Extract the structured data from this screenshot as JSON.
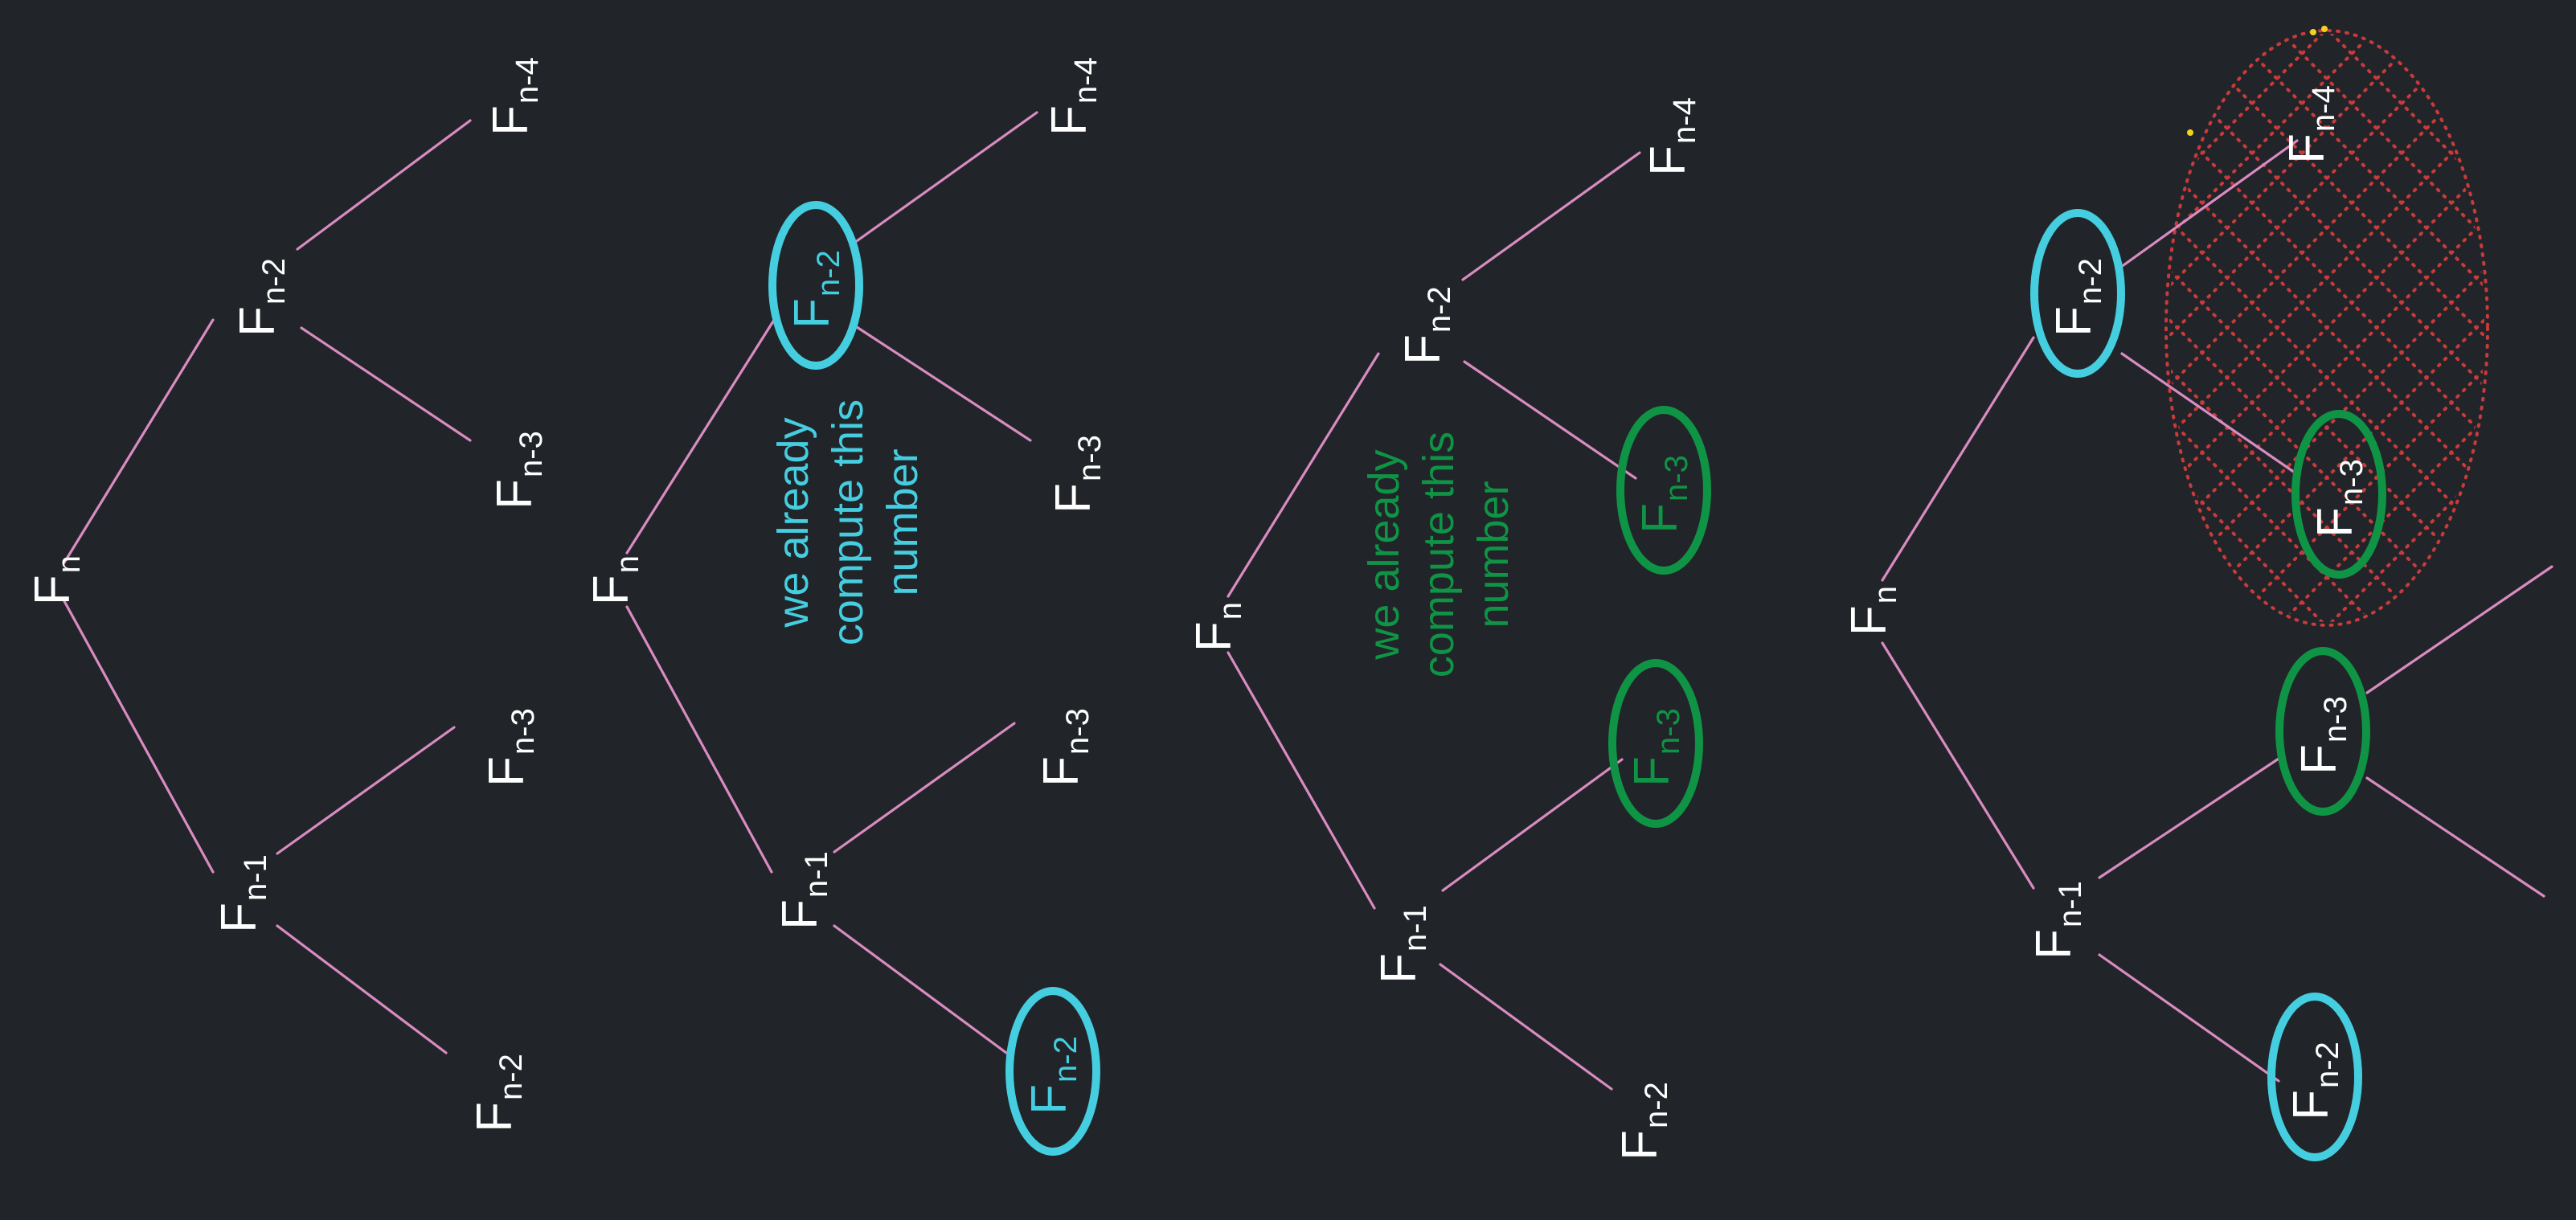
{
  "colors": {
    "background": "#212529",
    "edge": "#d98bc2",
    "label": "#ffffff",
    "cyan": "#45cde0",
    "green": "#0f9446",
    "mesh": "#c93a3a",
    "spark": "#f5d020"
  },
  "base": "F",
  "diagrams": [
    {
      "nodes": [
        {
          "id": "root",
          "base": "F",
          "sub": "n"
        },
        {
          "id": "top",
          "base": "F",
          "sub": "n-2"
        },
        {
          "id": "bottom",
          "base": "F",
          "sub": "n-1"
        },
        {
          "id": "tt",
          "base": "F",
          "sub": "n-4"
        },
        {
          "id": "tb",
          "base": "F",
          "sub": "n-3"
        },
        {
          "id": "bt",
          "base": "F",
          "sub": "n-3"
        },
        {
          "id": "bb",
          "base": "F",
          "sub": "n-2"
        }
      ]
    },
    {
      "nodes": [
        {
          "id": "root",
          "base": "F",
          "sub": "n"
        },
        {
          "id": "top",
          "base": "F",
          "sub": "n-2",
          "highlight": "cyan"
        },
        {
          "id": "bottom",
          "base": "F",
          "sub": "n-1"
        },
        {
          "id": "tt",
          "base": "F",
          "sub": "n-4"
        },
        {
          "id": "tb",
          "base": "F",
          "sub": "n-3"
        },
        {
          "id": "bt",
          "base": "F",
          "sub": "n-3"
        },
        {
          "id": "bb",
          "base": "F",
          "sub": "n-2",
          "highlight": "cyan"
        }
      ],
      "note": {
        "lines": [
          "we already",
          "compute this",
          "number"
        ],
        "color": "cyan"
      }
    },
    {
      "nodes": [
        {
          "id": "root",
          "base": "F",
          "sub": "n"
        },
        {
          "id": "top",
          "base": "F",
          "sub": "n-2"
        },
        {
          "id": "bottom",
          "base": "F",
          "sub": "n-1"
        },
        {
          "id": "tt",
          "base": "F",
          "sub": "n-4"
        },
        {
          "id": "tb",
          "base": "F",
          "sub": "n-3",
          "highlight": "green"
        },
        {
          "id": "bt",
          "base": "F",
          "sub": "n-3",
          "highlight": "green"
        },
        {
          "id": "bb",
          "base": "F",
          "sub": "n-2"
        }
      ],
      "note": {
        "lines": [
          "we already",
          "compute this",
          "number"
        ],
        "color": "green"
      }
    },
    {
      "nodes": [
        {
          "id": "root",
          "base": "F",
          "sub": "n"
        },
        {
          "id": "top",
          "base": "F",
          "sub": "n-2",
          "highlight": "cyan"
        },
        {
          "id": "bottom",
          "base": "F",
          "sub": "n-1"
        },
        {
          "id": "tt",
          "base": "F",
          "sub": "n-4"
        },
        {
          "id": "tb",
          "base": "F",
          "sub": "n-3",
          "highlight": "green"
        },
        {
          "id": "bt",
          "base": "F",
          "sub": "n-3",
          "highlight": "green"
        },
        {
          "id": "bb",
          "base": "F",
          "sub": "n-2",
          "highlight": "cyan"
        }
      ],
      "mesh": true
    }
  ]
}
